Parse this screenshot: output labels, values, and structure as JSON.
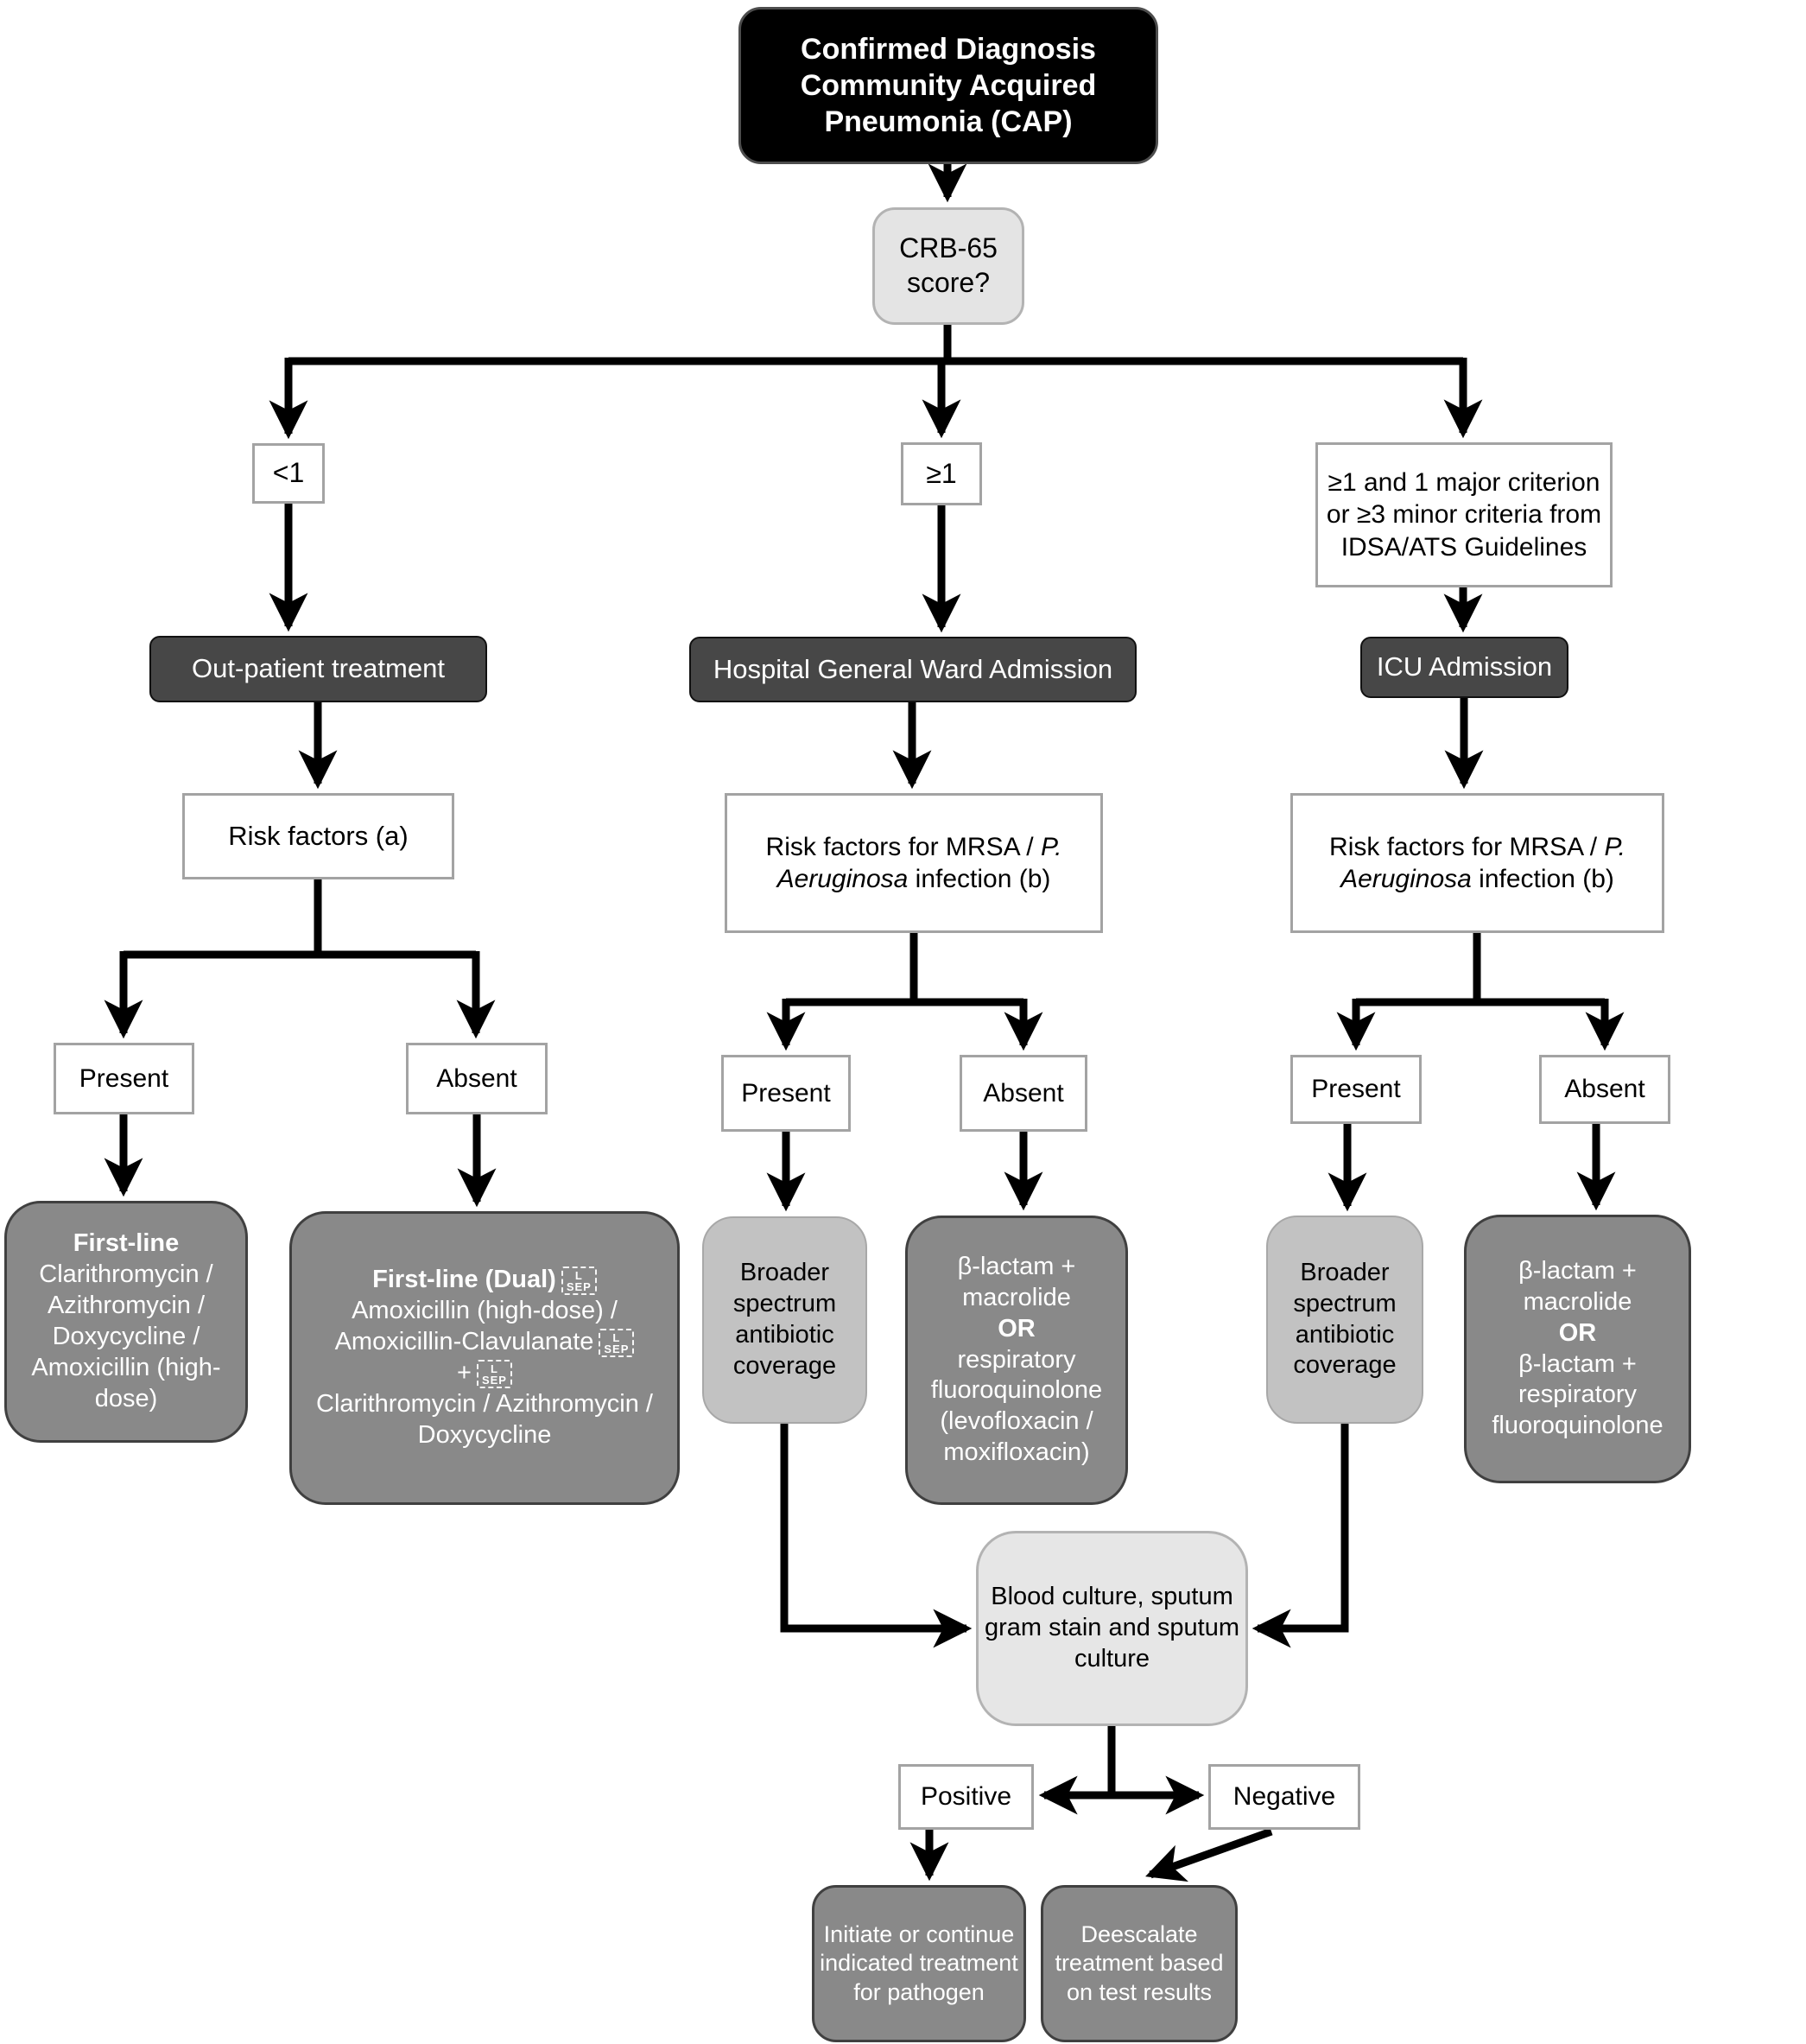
{
  "title": "Community Acquired Pneumonia treatment flowchart",
  "colors": {
    "start_box": "#000000",
    "admission_box": "#474747",
    "treatment_box": "#898989",
    "broader_box": "#c2c2c2",
    "light_box": "#e4e4e4",
    "white_box_border": "#a3a3a3",
    "arrow": "#000000",
    "text_light": "#ffffff",
    "text_dark": "#000000"
  },
  "glyphs": {
    "lsep_top": "L",
    "lsep_bottom": "SEP"
  },
  "labels": {
    "present": "Present",
    "absent": "Absent",
    "positive": "Positive",
    "negative": "Negative"
  },
  "nodes": {
    "start": {
      "label": "Confirmed Diagnosis Community Acquired Pneumonia (CAP)"
    },
    "crb65": {
      "label": "CRB-65 score?"
    },
    "score_lt1": {
      "label": "<1"
    },
    "score_ge1": {
      "label": "≥1"
    },
    "score_criteria": {
      "label": "≥1 and 1 major criterion or ≥3 minor criteria from IDSA/ATS Guidelines"
    },
    "outpatient": {
      "label": "Out-patient treatment"
    },
    "general_ward": {
      "label": "Hospital General Ward Admission"
    },
    "icu": {
      "label": "ICU Admission"
    },
    "risk_factors_a": {
      "label": "Risk factors (a)"
    },
    "risk_mrsa": {
      "prefix": "Risk factors for MRSA / ",
      "species": "P. Aeruginosa",
      "suffix": " infection (b)"
    },
    "first_line": {
      "title": "First-line",
      "body": "Clarithromycin / Azithromycin / Doxycycline / Amoxicillin (high-dose)"
    },
    "first_line_dual": {
      "title": "First-line (Dual)",
      "body1": "Amoxicillin (high-dose) / Amoxicillin-Clavulanate",
      "plus": "+",
      "body2": "Clarithromycin / Azithromycin / Doxycycline"
    },
    "broader_spectrum": {
      "label": "Broader spectrum antibiotic coverage"
    },
    "beta_ward": {
      "line1": "β-lactam + macrolide",
      "or": "OR",
      "line2": "respiratory fluoroquinolone (levofloxacin / moxifloxacin)"
    },
    "beta_icu": {
      "line1": "β-lactam + macrolide",
      "or": "OR",
      "line2": "β-lactam + respiratory fluoroquinolone"
    },
    "culture": {
      "label": "Blood culture, sputum gram stain and sputum culture"
    },
    "initiate": {
      "label": "Initiate or continue indicated treatment for pathogen"
    },
    "deescalate": {
      "label": "Deescalate treatment based on test results"
    }
  }
}
